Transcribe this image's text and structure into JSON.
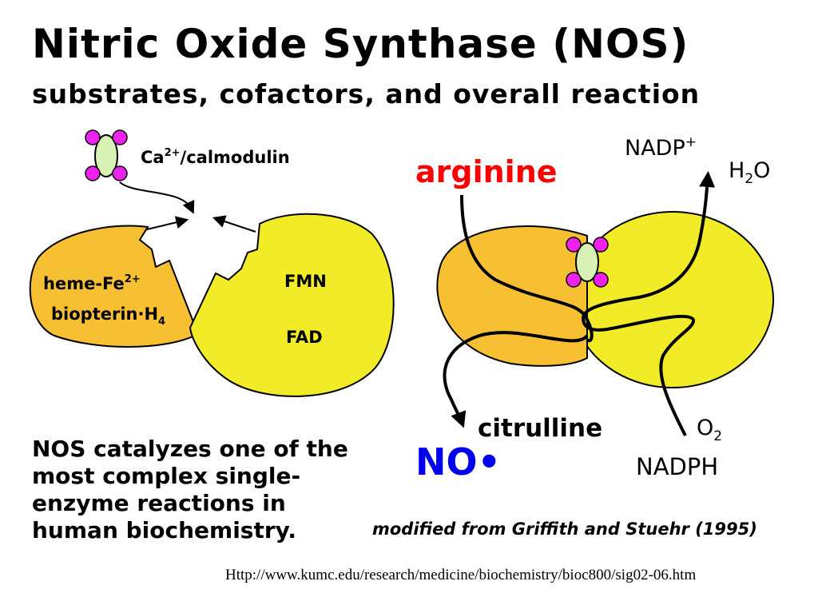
{
  "title": "Nitric Oxide Synthase (NOS)",
  "subtitle": "substrates, cofactors, and overall reaction",
  "left_panel": {
    "calmodulin_label": "Ca",
    "calmodulin_sup": "2+",
    "calmodulin_rest": "/calmodulin",
    "heme_label": "heme-Fe",
    "heme_sup": "2+",
    "biopterin_label": "biopterin·H",
    "biopterin_sub": "4",
    "fmn_label": "FMN",
    "fad_label": "FAD"
  },
  "right_panel": {
    "arginine": "arginine",
    "nadp": "NADP",
    "nadp_sup": "+",
    "h2o_h": "H",
    "h2o_sub": "2",
    "h2o_o": "O",
    "citrulline": "citrulline",
    "no_label": "NO•",
    "o2_o": "O",
    "o2_sub": "2",
    "nadph": "NADPH"
  },
  "summary_lines": [
    "NOS catalyzes one of the",
    "most complex single-",
    "enzyme reactions in",
    "human biochemistry."
  ],
  "credit": "modified from Griffith and Stuehr (1995)",
  "url": "Http://www.kumc.edu/research/medicine/biochemistry/bioc800/sig02-06.htm",
  "colors": {
    "orange_domain": "#f7c033",
    "yellow_domain": "#f2ec28",
    "calmodulin_body": "#d9f2b6",
    "calmodulin_ca": "#ee22ee",
    "arginine_text": "#ff0000",
    "no_text": "#0000ee"
  }
}
